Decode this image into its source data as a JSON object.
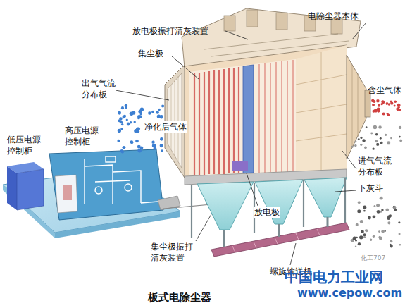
{
  "diagram": {
    "caption": "板式电除尘器",
    "labels": [
      "放电极振打清灰装置",
      "电除尘器本体",
      "集尘极",
      "出气气流分布板",
      "含尘气体",
      "净化后气体",
      "高压电源控制柜",
      "低压电源控制柜",
      "进气气流分布板",
      "下灰斗",
      "放电极",
      "集尘极振打清灰装置",
      "螺旋输送机",
      "化工707",
      "中国电力工业网",
      "www.cepow.com"
    ]
  }
}
